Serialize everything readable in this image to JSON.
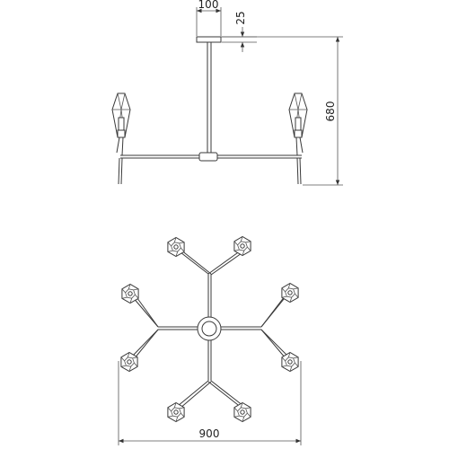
{
  "dimensions": {
    "top_width": "100",
    "top_height": "25",
    "overall_height": "680",
    "overall_width": "900"
  }
}
